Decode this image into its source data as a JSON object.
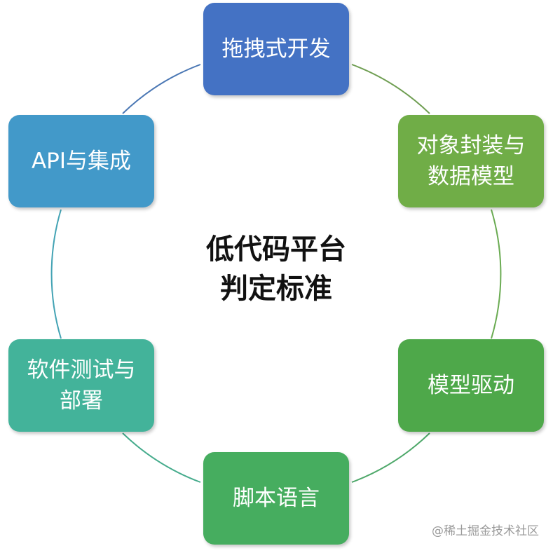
{
  "center_title": {
    "line1": "低代码平台",
    "line2": "判定标准"
  },
  "nodes": [
    {
      "lines": [
        "拖拽式开发"
      ],
      "color": "#4472c4"
    },
    {
      "lines": [
        "对象封装与",
        "数据模型"
      ],
      "color": "#70ad47"
    },
    {
      "lines": [
        "模型驱动"
      ],
      "color": "#4ea84a"
    },
    {
      "lines": [
        "脚本语言"
      ],
      "color": "#46ad5f"
    },
    {
      "lines": [
        "软件测试与",
        "部署"
      ],
      "color": "#43b39a"
    },
    {
      "lines": [
        "API与集成"
      ],
      "color": "#4299c9"
    }
  ],
  "watermark": "@稀土掘金技术社区"
}
